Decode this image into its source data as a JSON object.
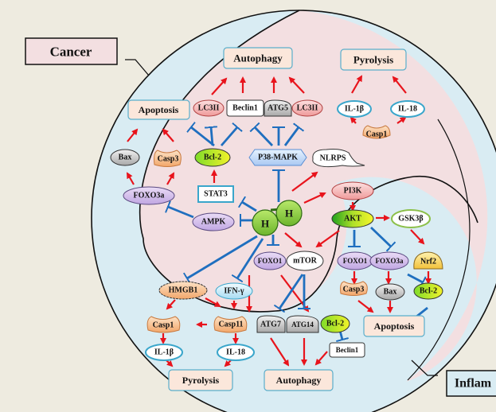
{
  "labels": {
    "cancer": "Cancer",
    "inflammation": "Inflam"
  },
  "colors": {
    "background": "#eeebe0",
    "cancer_region": "#f3dfe1",
    "inflammation_region": "#d9ecf3",
    "activation_arrow": "#e8141c",
    "inhibition_arrow": "#1f6fbf",
    "outcome_box_fill": "#fbe7db",
    "outcome_box_border": "#5aaecb"
  },
  "center": {
    "molecule_label": "H"
  },
  "cancer": {
    "outcomes": {
      "autophagy": "Autophagy",
      "pyrolysis": "Pyrolysis",
      "apoptosis": "Apoptosis"
    },
    "nodes": {
      "lc3ii_left": "LC3II",
      "beclin1": "Beclin1",
      "atg5": "ATG5",
      "lc3ii_right": "LC3II",
      "il1b": "IL-1β",
      "il18": "IL-18",
      "casp1": "Casp1",
      "bax": "Bax",
      "casp3": "Casp3",
      "bcl2": "Bcl-2",
      "p38mapk": "P38-MAPK",
      "nlrps": "NLRPS",
      "foxo3a": "FOXO3a",
      "stat3": "STAT3",
      "ampk": "AMPK"
    }
  },
  "inflammation": {
    "outcomes": {
      "apoptosis": "Apoptosis",
      "pyrolysis": "Pyrolysis",
      "autophagy": "Autophagy"
    },
    "nodes": {
      "pi3k": "PI3K",
      "akt": "AKT",
      "gsk3b": "GSK3β",
      "foxo1_left": "FOXO1",
      "mtor": "mTOR",
      "foxo1_right": "FOXO1",
      "foxo3a": "FOXO3a",
      "nrf2": "Nrf2",
      "casp3": "Casp3",
      "bax": "Bax",
      "bcl2_right": "Bcl-2",
      "hmgb1": "HMGB1",
      "ifng": "IFN-γ",
      "casp1": "Casp1",
      "casp11": "Casp11",
      "il1b": "IL-1β",
      "il18": "IL-18",
      "atg7": "ATG7",
      "atg14": "ATG14",
      "bcl2_mid": "Bcl-2",
      "beclin1": "Beclin1"
    }
  }
}
